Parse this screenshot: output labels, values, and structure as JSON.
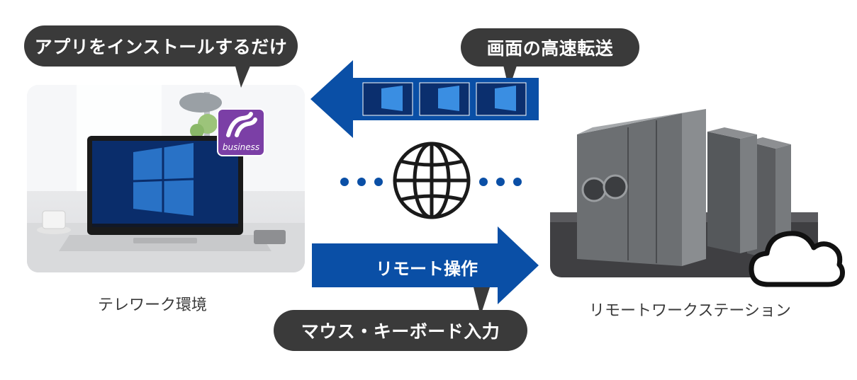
{
  "bubbles": {
    "install": "アプリをインストールするだけ",
    "fast_transfer": "画面の高速転送",
    "input": "マウス・キーボード入力"
  },
  "arrows": {
    "remote_operation": "リモート操作"
  },
  "captions": {
    "telework": "テレワーク環境",
    "workstation": "リモートワークステーション"
  },
  "app_icon": {
    "label": "business",
    "icon": "splashtop-business-icon"
  },
  "colors": {
    "arrow_blue": "#0a4fa6",
    "bubble_dark": "#3a3a3a",
    "app_purple": "#7b3fa6"
  },
  "icons": [
    "globe-icon",
    "cloud-icon",
    "laptop-image",
    "server-rack-image"
  ]
}
